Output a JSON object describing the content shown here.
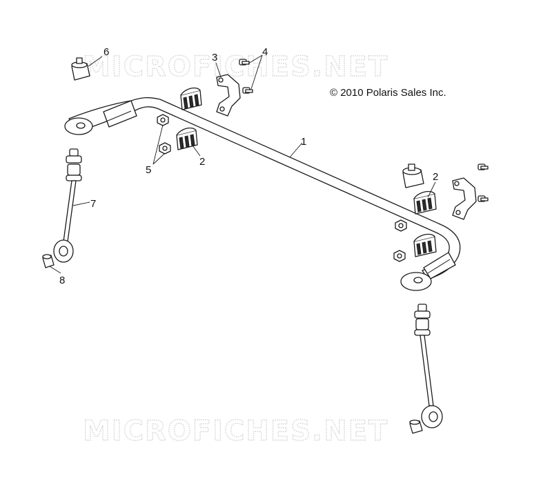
{
  "diagram": {
    "watermark": "MICROFICHES.NET",
    "copyright": "© 2010 Polaris Sales Inc.",
    "callouts": [
      {
        "id": "1",
        "label": "1"
      },
      {
        "id": "2a",
        "label": "2"
      },
      {
        "id": "2b",
        "label": "2"
      },
      {
        "id": "3",
        "label": "3"
      },
      {
        "id": "4",
        "label": "4"
      },
      {
        "id": "5",
        "label": "5"
      },
      {
        "id": "6",
        "label": "6"
      },
      {
        "id": "7",
        "label": "7"
      },
      {
        "id": "8",
        "label": "8"
      }
    ]
  }
}
